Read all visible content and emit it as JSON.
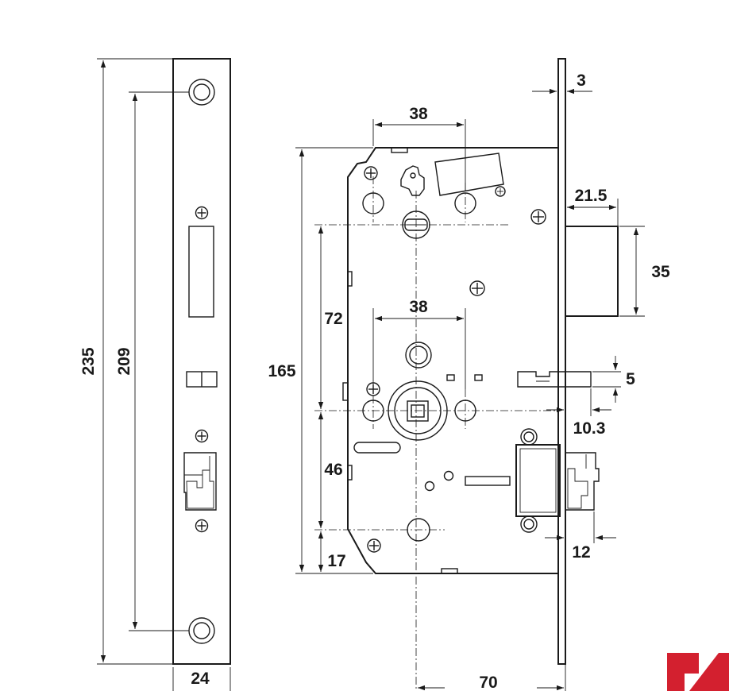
{
  "dimensions": {
    "faceplate_length": "235",
    "fixing_hole_distance": "209",
    "faceplate_width": "24",
    "body_height": "165",
    "backset": "70",
    "top_spindle_distance": "38",
    "middle_spindle_distance": "38",
    "spindle_to_follower": "72",
    "follower_to_cylinder": "46",
    "cylinder_to_bottom": "17",
    "faceplate_thickness": "3",
    "deadbolt_projection": "21.5",
    "deadbolt_height": "35",
    "latch_height": "5",
    "latch_projection": "10.3",
    "bottom_latch_projection": "12"
  },
  "colors": {
    "line": "#1a1a1a",
    "logo": "#d3202f"
  }
}
